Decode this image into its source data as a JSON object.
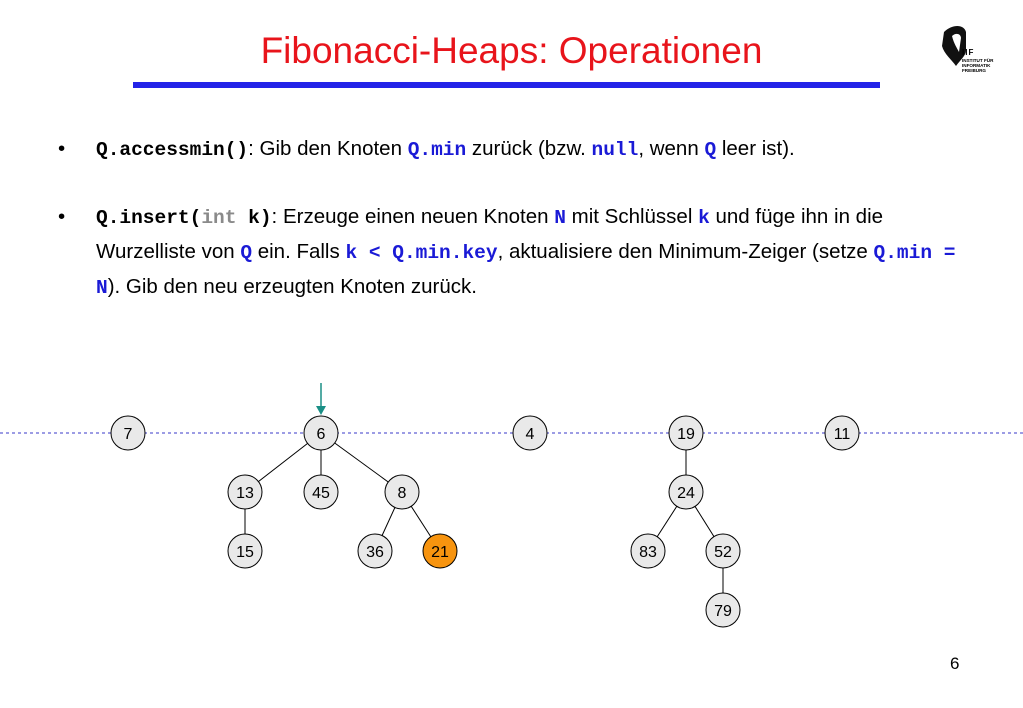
{
  "slide": {
    "title": "Fibonacci-Heaps: Operationen",
    "page_number": "6",
    "accent_colors": {
      "title": "#e8141b",
      "rule": "#2323e8",
      "code_blue": "#1a1ad6",
      "highlight_node": "#f7940f",
      "node_fill": "#e9e9e9",
      "min_pointer": "#1a8f86"
    }
  },
  "logo": {
    "letters": "IIF",
    "lines": [
      "INSTITUT FÜR",
      "INFORMATIK",
      "FREIBURG"
    ]
  },
  "bullets": [
    {
      "marker": "•",
      "parts": [
        {
          "text": "Q.accessmin()",
          "style": "code black"
        },
        {
          "text": ":  Gib den Knoten  ",
          "style": "plain"
        },
        {
          "text": "Q.min",
          "style": "code blue"
        },
        {
          "text": "  zurück (bzw. ",
          "style": "plain"
        },
        {
          "text": "null",
          "style": "code blue"
        },
        {
          "text": ", wenn ",
          "style": "plain"
        },
        {
          "text": "Q",
          "style": "code blue"
        },
        {
          "text": " leer ist).",
          "style": "plain"
        }
      ]
    },
    {
      "marker": "•",
      "parts": [
        {
          "text": "Q.insert(",
          "style": "code black"
        },
        {
          "text": "int",
          "style": "code gray"
        },
        {
          "text": " k)",
          "style": "code black"
        },
        {
          "text": ":  Erzeuge einen neuen Knoten ",
          "style": "plain"
        },
        {
          "text": "N",
          "style": "code blue"
        },
        {
          "text": " mit Schlüssel ",
          "style": "plain"
        },
        {
          "text": "k",
          "style": "code blue"
        },
        {
          "text": " und füge ihn in die Wurzelliste von ",
          "style": "plain"
        },
        {
          "text": "Q",
          "style": "code blue"
        },
        {
          "text": " ein. Falls  ",
          "style": "plain"
        },
        {
          "text": "k < Q.min.key",
          "style": "code blue"
        },
        {
          "text": ", aktualisiere den Minimum-Zeiger (setze  ",
          "style": "plain"
        },
        {
          "text": "Q.min = N",
          "style": "code blue"
        },
        {
          "text": "). Gib den neu erzeugten Knoten zurück.",
          "style": "plain"
        }
      ]
    }
  ],
  "heap": {
    "root_list": [
      "7",
      "6",
      "4",
      "19",
      "11"
    ],
    "min_root": "6",
    "highlighted_node": "21",
    "trees": [
      {
        "key": "7",
        "children": []
      },
      {
        "key": "6",
        "children": [
          {
            "key": "13",
            "children": [
              {
                "key": "15",
                "children": []
              }
            ]
          },
          {
            "key": "45",
            "children": []
          },
          {
            "key": "8",
            "children": [
              {
                "key": "36",
                "children": []
              },
              {
                "key": "21",
                "children": []
              }
            ]
          }
        ]
      },
      {
        "key": "4",
        "children": []
      },
      {
        "key": "19",
        "children": [
          {
            "key": "24",
            "children": [
              {
                "key": "83",
                "children": []
              },
              {
                "key": "52",
                "children": [
                  {
                    "key": "79",
                    "children": []
                  }
                ]
              }
            ]
          }
        ]
      },
      {
        "key": "11",
        "children": []
      }
    ]
  }
}
